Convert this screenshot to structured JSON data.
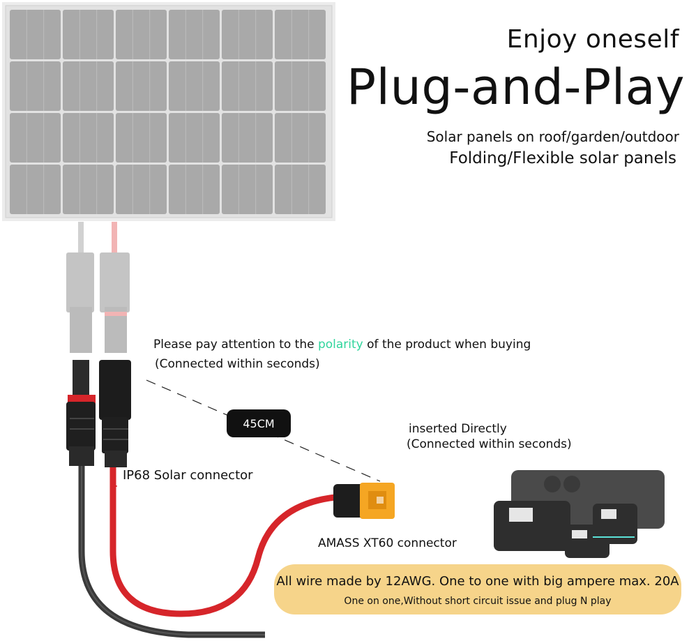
{
  "heading": {
    "small": "Enjoy oneself",
    "big": "Plug-and-Play",
    "sub1": "Solar panels on roof/garden/outdoor",
    "sub2": "Folding/Flexible solar panels"
  },
  "notes": {
    "polarity_before": "Please pay attention to the ",
    "polarity_word": "polarity",
    "polarity_after": " of the product when buying",
    "connected": "(Connected within seconds)"
  },
  "length_badge": "45CM",
  "inserted": {
    "line1": "inserted Directly",
    "line2": "(Connected within seconds)"
  },
  "labels": {
    "ip68": "IP68 Solar connector",
    "xt60": "AMASS XT60 connector",
    "plus_sign": "+"
  },
  "banner": {
    "line1": "All wire made by 12AWG. One to one with big ampere max. 20A",
    "line2": "One on one,Without short circuit issue and plug N play"
  },
  "colors": {
    "accent_polarity": "#2fd59c",
    "banner_bg": "#f6d48a",
    "wire_red": "#d6252a",
    "wire_black": "#3a3a3a",
    "connector_orange": "#f5a623"
  }
}
